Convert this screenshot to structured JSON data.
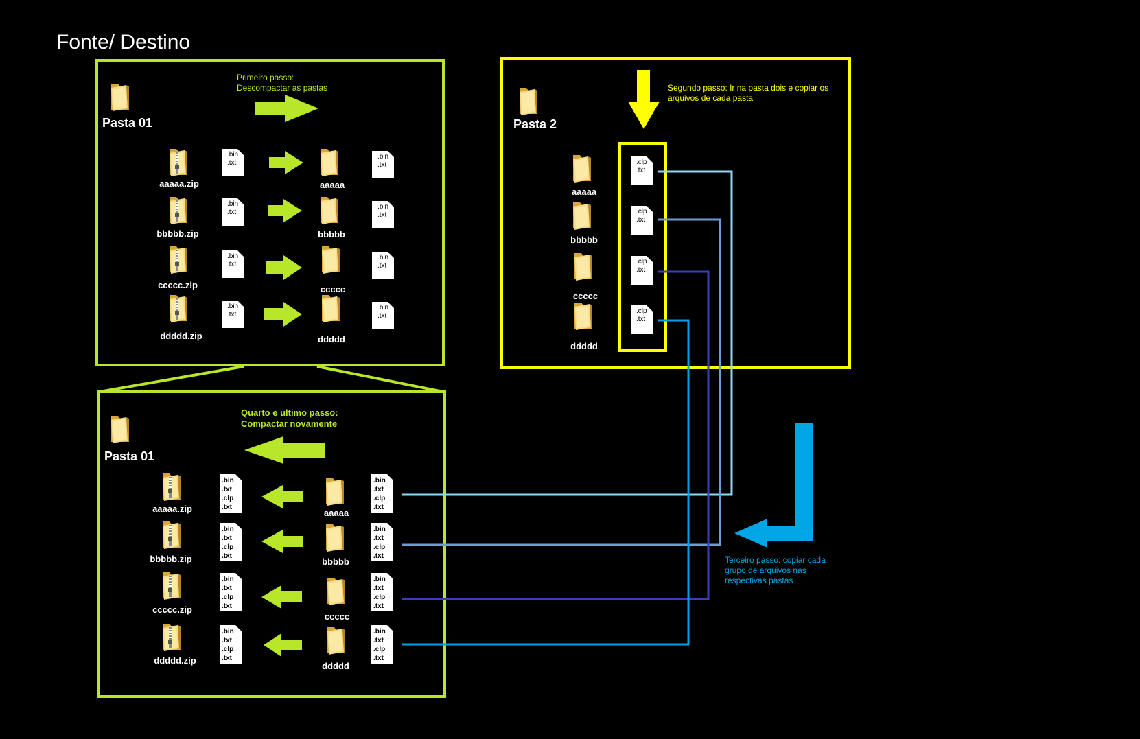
{
  "title": "Fonte/ Destino",
  "colors": {
    "green": "#b8e628",
    "yellow": "#ffff00",
    "blue": "#00a6e6",
    "line1": "#8fd8f8",
    "line2": "#6c9cd6",
    "line3": "#3a3fb8",
    "line4": "#00a0e8"
  },
  "panel1": {
    "folder_label": "Pasta 01",
    "step_text": [
      "Primeiro passo:",
      "Descompactar as pastas"
    ],
    "zips": [
      "aaaaa.zip",
      "bbbbb.zip",
      "ccccc.zip",
      "ddddd.zip"
    ],
    "folders": [
      "aaaaa",
      "bbbbb",
      "ccccc",
      "ddddd"
    ],
    "file_lines": [
      ".bin",
      ".txt"
    ]
  },
  "panel2": {
    "folder_label": "Pasta 2",
    "step_text": [
      "Segundo passo: Ir na pasta dois e copiar os",
      "arquivos de cada pasta"
    ],
    "folders": [
      "aaaaa",
      "bbbbb",
      "ccccc",
      "ddddd"
    ],
    "file_lines": [
      ".clp",
      ".txt"
    ]
  },
  "panel3": {
    "folder_label": "Pasta 01",
    "step_text": [
      "Quarto e ultimo passo:",
      "Compactar novamente"
    ],
    "zips": [
      "aaaaa.zip",
      "bbbbb.zip",
      "ccccc.zip",
      "ddddd.zip"
    ],
    "folders": [
      "aaaaa",
      "bbbbb",
      "ccccc",
      "ddddd"
    ],
    "file_lines": [
      ".bin",
      ".txt",
      ".clp",
      ".txt"
    ]
  },
  "step3_text": [
    "Terceiro passo: copiar cada",
    "grupo de arquivos nas",
    "respectivas pastas"
  ],
  "icons": {
    "folder": "folder-icon",
    "zip": "zip-folder-icon",
    "file": "file-icon",
    "arrow": "arrow-icon"
  }
}
